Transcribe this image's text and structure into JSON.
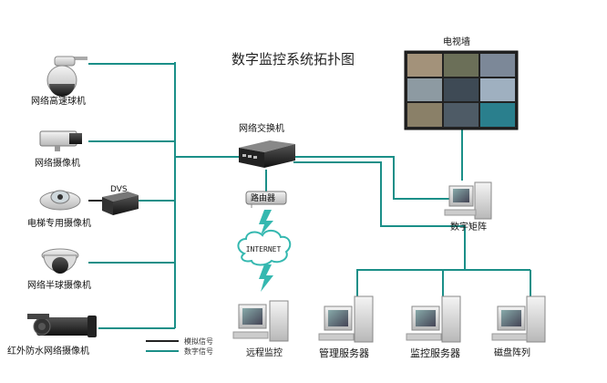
{
  "title": "数字监控系统拓扑图",
  "devices": {
    "speed_dome": "网络高速球机",
    "network_camera": "网络摄像机",
    "dvs": "DVS",
    "elevator_camera": "电梯专用摄像机",
    "half_dome": "网络半球摄像机",
    "ir_camera": "红外防水网络摄像机",
    "switch": "网络交换机",
    "router": "路由器",
    "internet": "INTERNET",
    "video_wall": "电视墙",
    "matrix": "数字矩阵",
    "remote_monitor": "远程监控",
    "mgmt_server": "管理服务器",
    "monitor_server": "监控服务器",
    "disk_array": "磁盘阵列"
  },
  "legend": {
    "analog": "模拟信号",
    "digital": "数字信号"
  },
  "colors": {
    "digital_line": "#1b8f88",
    "analog_line": "#222222",
    "lightning": "#35b8b0"
  }
}
